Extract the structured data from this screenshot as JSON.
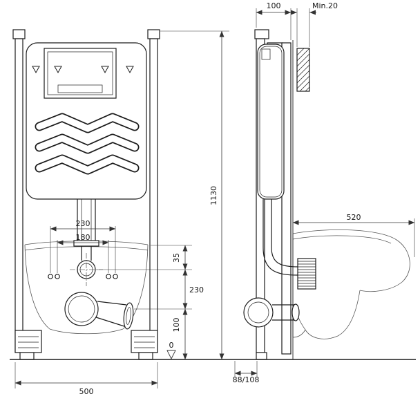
{
  "meta": {
    "description": "Technical installation drawing of concealed WC cistern frame, front and side view",
    "line_color": "#1c1c1c"
  },
  "front_view": {
    "height": "1130",
    "width": "500",
    "bolt_spacing_outer": "230",
    "bolt_spacing_inner": "180",
    "dim_35": "35",
    "outlet_height": "230",
    "outlet_offset": "100",
    "floor_level": "0"
  },
  "side_view": {
    "frame_depth": "100",
    "min_wall": "Min.20",
    "depth": "520",
    "outlet_size": "88/108"
  }
}
